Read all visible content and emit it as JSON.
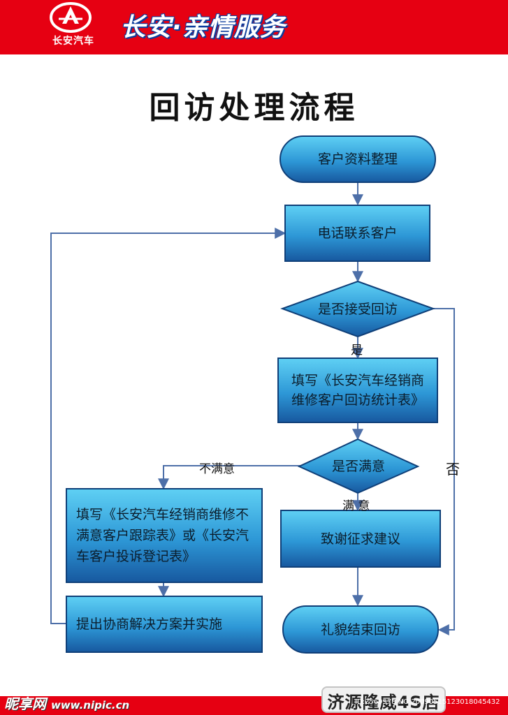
{
  "header": {
    "logo_text": "长安汽车",
    "brand_slogan": "长安·亲情服务"
  },
  "title": "回访处理流程",
  "nodes": {
    "organize": "客户资料整理",
    "call": "电话联系客户",
    "accept": "是否接受回访",
    "fill_stats": "填写《长安汽车经销商维修客户回访统计表》",
    "satisfied": "是否满意",
    "fill_complaint": "填写《长安汽车经销商维修不满意客户跟踪表》或《长安汽车客户投诉登记表》",
    "thanks": "致谢征求建议",
    "propose": "提出协商解决方案并实施",
    "end": "礼貌结束回访"
  },
  "edge_labels": {
    "yes": "是",
    "no": "否",
    "unsatisfied": "不满意",
    "satisfied": "满 意"
  },
  "footer": {
    "watermark_cn": "昵享网",
    "watermark_url": "www.nipic.cn",
    "store": "济源隆威4S店",
    "image_id": "ID:2569978 NO:20090515123018045432"
  },
  "colors": {
    "header_red": "#e60012",
    "node_blue_light": "#4fc3ee",
    "node_blue_dark": "#1b68b3",
    "node_border": "#0f3f78",
    "connector": "#4d6fa8"
  }
}
